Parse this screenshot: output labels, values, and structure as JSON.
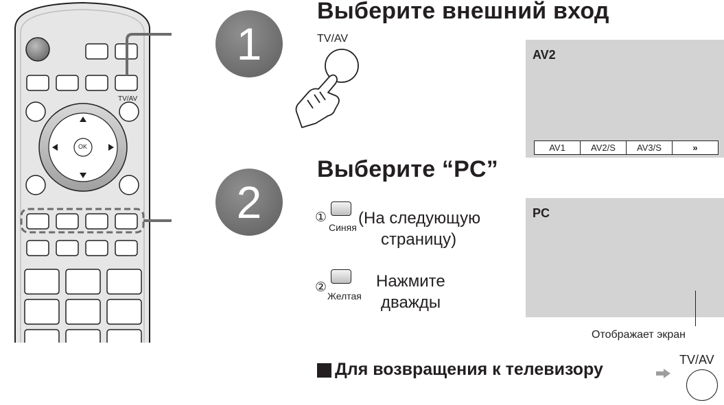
{
  "remote": {
    "tvav_label": "TV/AV",
    "ok_label": "OK"
  },
  "step1": {
    "number": "1",
    "title": "Выберите внешний вход",
    "button_label": "TV/AV",
    "screen": {
      "title": "AV2",
      "tabs": [
        "AV1",
        "AV2/S",
        "AV3/S",
        "»"
      ]
    }
  },
  "step2": {
    "number": "2",
    "title": "Выберите “PC”",
    "instr1": {
      "marker": "①",
      "key_label": "Синяя",
      "line1": "(На следующую",
      "line2": "страницу)"
    },
    "instr2": {
      "marker": "②",
      "key_label": "Желтая",
      "line1": "Нажмите",
      "line2": "дважды"
    },
    "screen": {
      "title": "PC",
      "caption": "Отображает экран"
    }
  },
  "footer": {
    "text": "Для возвращения к телевизору",
    "button_label": "TV/AV"
  },
  "colors": {
    "step_circle": "#6c6c6c",
    "screen_bg": "#d3d3d3",
    "remote_body": "#e6e6e6",
    "text": "#231f20"
  }
}
